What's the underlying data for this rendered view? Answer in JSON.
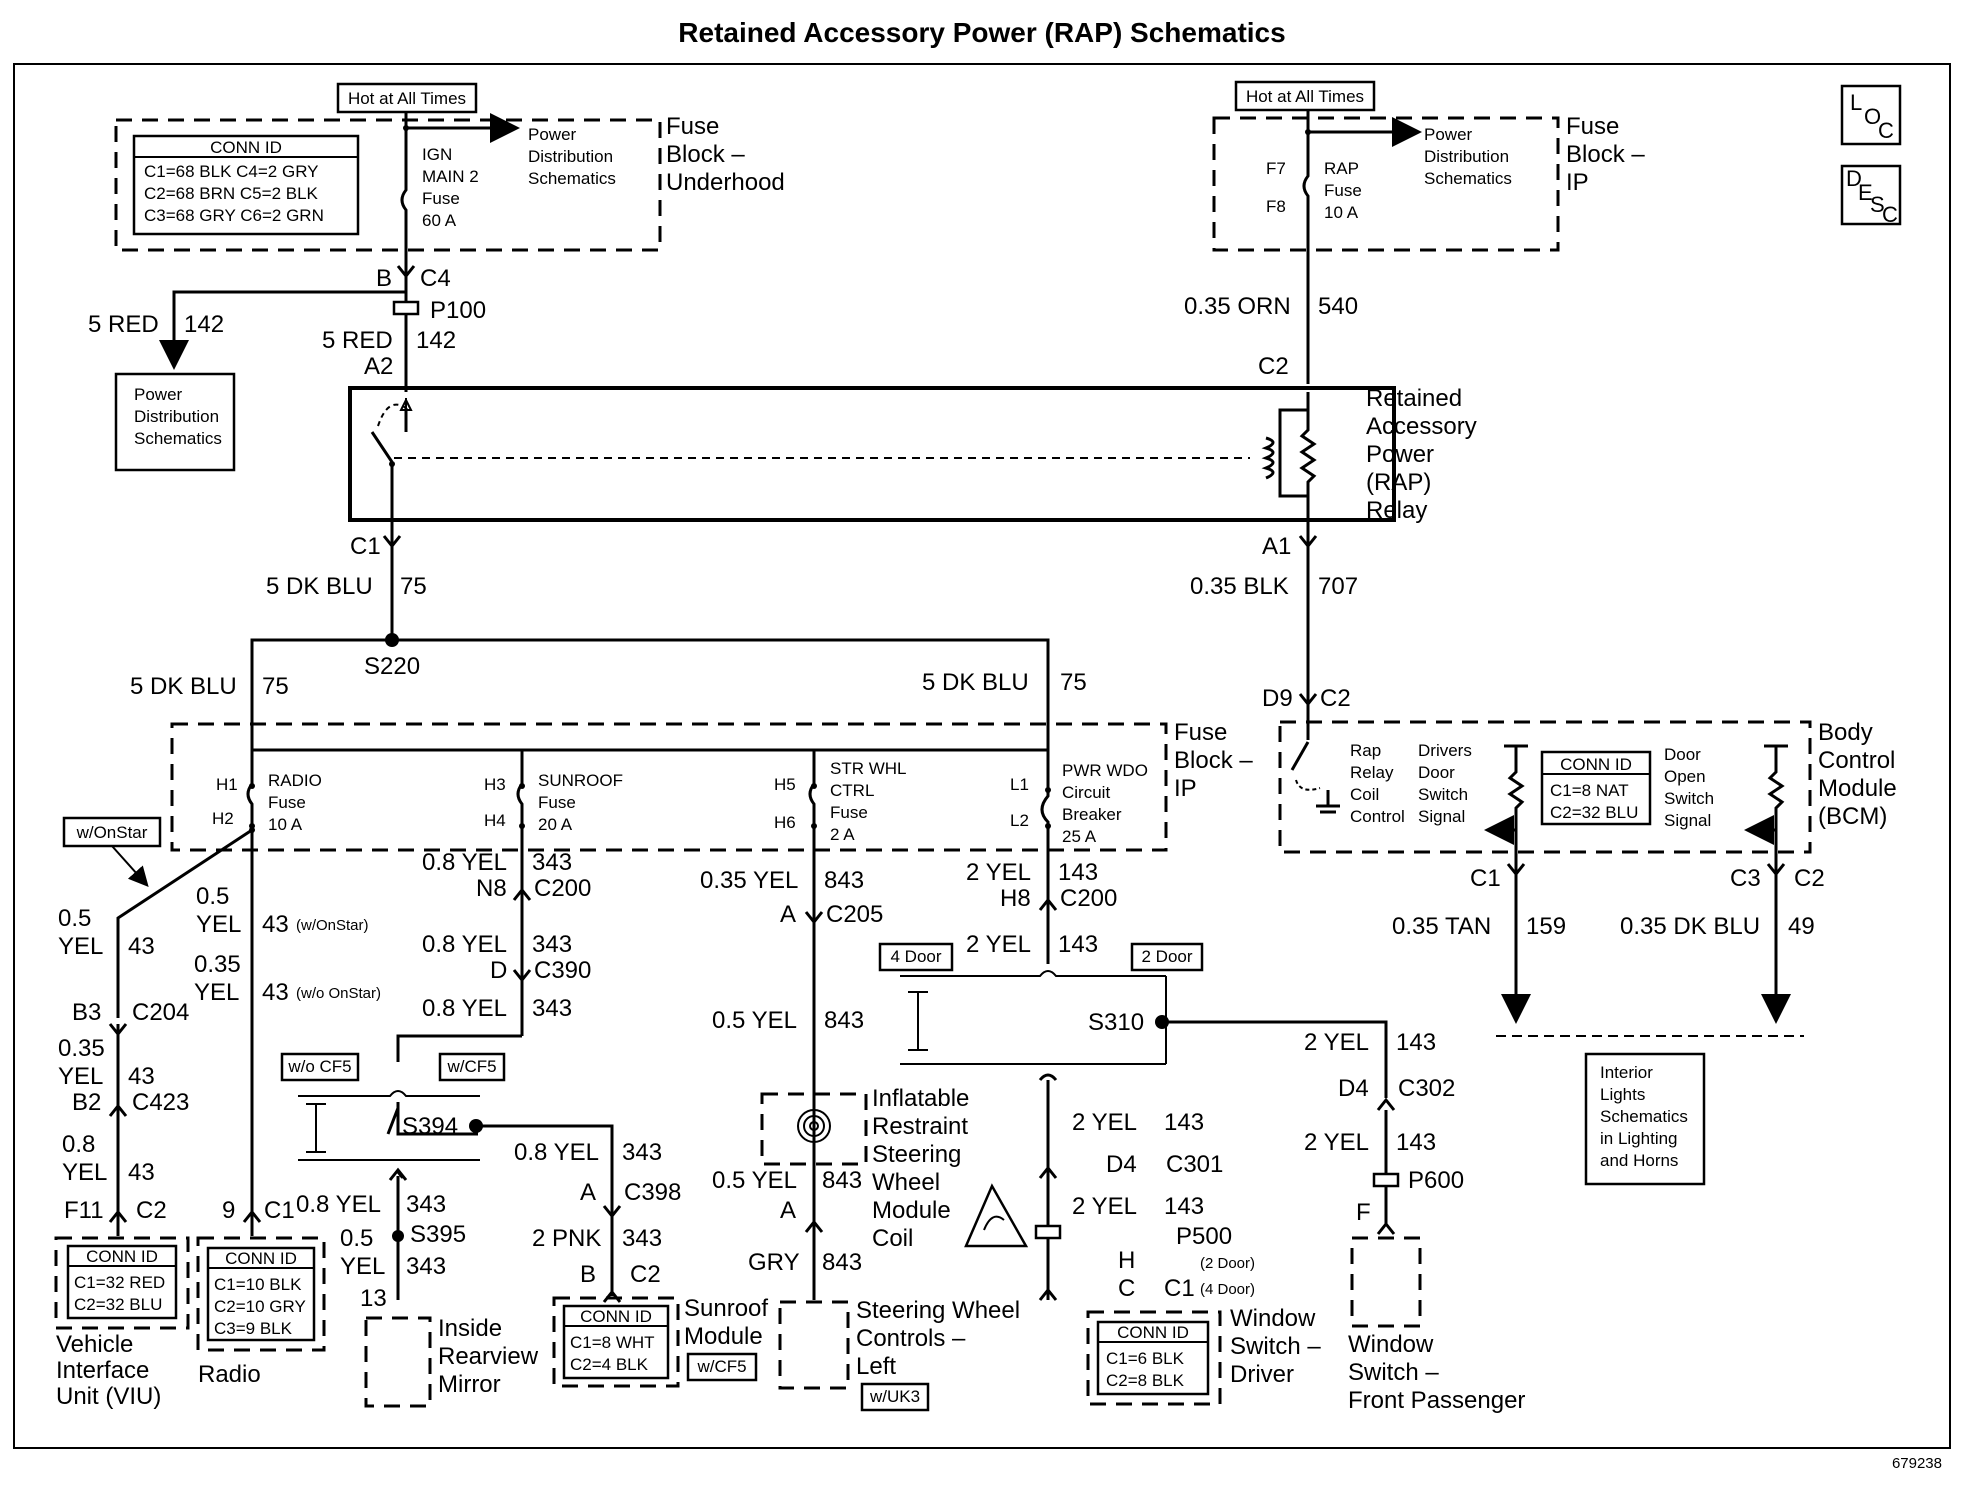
{
  "title": "Retained Accessory Power (RAP) Schematics",
  "figure_id": "679238",
  "loc_icon": "L O C",
  "desc_icon": "D E S C",
  "hot_at_all_times": "Hot at All Times",
  "fuse_block_underhood": {
    "label": [
      "Fuse",
      "Block –",
      "Underhood"
    ],
    "conn_id_title": "CONN ID",
    "conn_id_rows": [
      "C1=68 BLK   C4=2 GRY",
      "C2=68 BRN   C5=2 BLK",
      "C3=68 GRY   C6=2 GRN"
    ],
    "fuse": [
      "IGN",
      "MAIN 2",
      "Fuse",
      "60 A"
    ],
    "pds": [
      "Power",
      "Distribution",
      "Schematics"
    ]
  },
  "fuse_block_ip_top": {
    "label": [
      "Fuse",
      "Block –",
      "IP"
    ],
    "pins": [
      "F7",
      "F8"
    ],
    "fuse": [
      "RAP",
      "Fuse",
      "10 A"
    ],
    "pds": [
      "Power",
      "Distribution",
      "Schematics"
    ]
  },
  "left_feed": {
    "b": "B",
    "c4": "C4",
    "p100": "P100",
    "wire_a": "5 RED",
    "circuit_a": "142",
    "wire_b": "5 RED",
    "circuit_b": "142",
    "a2": "A2",
    "pds": [
      "Power",
      "Distribution",
      "Schematics"
    ]
  },
  "right_feed": {
    "wire": "0.35 ORN",
    "circuit": "540",
    "c2": "C2"
  },
  "rap_relay": {
    "label": [
      "Retained",
      "Accessory",
      "Power",
      "(RAP)",
      "Relay"
    ],
    "c1": "C1",
    "a1": "A1",
    "wire_left": "5 DK BLU",
    "circuit_left": "75",
    "wire_right": "0.35 BLK",
    "circuit_right": "707"
  },
  "splice_s220": {
    "label": "S220",
    "wire_l": "5 DK BLU",
    "circuit_l": "75",
    "wire_r": "5 DK BLU",
    "circuit_r": "75"
  },
  "fuse_block_ip": {
    "label": [
      "Fuse",
      "Block –",
      "IP"
    ],
    "radio": {
      "pins": [
        "H1",
        "H2"
      ],
      "text": [
        "RADIO",
        "Fuse",
        "10 A"
      ]
    },
    "sunroof": {
      "pins": [
        "H3",
        "H4"
      ],
      "text": [
        "SUNROOF",
        "Fuse",
        "20 A"
      ]
    },
    "strwhl": {
      "pins": [
        "H5",
        "H6"
      ],
      "text": [
        "STR WHL",
        "CTRL",
        "Fuse",
        "2 A"
      ]
    },
    "pwrwdo": {
      "pins": [
        "L1",
        "L2"
      ],
      "text": [
        "PWR WDO",
        "Circuit",
        "Breaker",
        "25 A"
      ]
    }
  },
  "bcm": {
    "label": [
      "Body",
      "Control",
      "Module",
      "(BCM)"
    ],
    "d9": "D9",
    "c2": "C2",
    "rap_text": [
      "Rap",
      "Relay",
      "Coil",
      "Control"
    ],
    "drv_text": [
      "Drivers",
      "Door",
      "Switch",
      "Signal"
    ],
    "door_text": [
      "Door",
      "Open",
      "Switch",
      "Signal"
    ],
    "conn_id_title": "CONN ID",
    "conn_id_rows": [
      "C1=8 NAT",
      "C2=32 BLU"
    ],
    "c1": "C1",
    "c3": "C3",
    "c2b": "C2",
    "wire_l": "0.35 TAN",
    "circuit_l": "159",
    "wire_r": "0.35 DK BLU",
    "circuit_r": "49",
    "interior": [
      "Interior",
      "Lights",
      "Schematics",
      "in Lighting",
      "and Horns"
    ]
  },
  "onstar_tag": "w/OnStar",
  "viu_branch": {
    "w1": "0.5",
    "w1b": "YEL",
    "c1": "43",
    "b3": "B3",
    "c204": "C204",
    "w2": "0.35",
    "w2b": "YEL",
    "c2": "43",
    "b2": "B2",
    "c423": "C423",
    "w3": "0.8",
    "w3b": "YEL",
    "c3": "43",
    "f11": "F11",
    "cc2": "C2",
    "conn_id_title": "CONN ID",
    "conn_id_rows": [
      "C1=32 RED",
      "C2=32 BLU"
    ],
    "label": [
      "Vehicle",
      "Interface",
      "Unit (VIU)"
    ]
  },
  "radio_branch": {
    "w1": "0.5",
    "w1b": "YEL",
    "c1": "43",
    "c1note": "(w/OnStar)",
    "w2": "0.35",
    "w2b": "YEL",
    "c2": "43",
    "c2note": "(w/o OnStar)",
    "pin": "9",
    "conn": "C1",
    "conn_id_title": "CONN ID",
    "conn_id_rows": [
      "C1=10 BLK",
      "C2=10 GRY",
      "C3=9 BLK"
    ],
    "label": "Radio"
  },
  "sunroof_branch": {
    "wire1": "0.8 YEL",
    "circuit1": "343",
    "n8": "N8",
    "c200": "C200",
    "wire2": "0.8 YEL",
    "circuit2": "343",
    "d": "D",
    "c390": "C390",
    "wire3": "0.8 YEL",
    "circuit3": "343",
    "wo_cf5": "w/o CF5",
    "w_cf5": "w/CF5",
    "s394": "S394",
    "wire4": "0.8 YEL",
    "circuit4": "343",
    "a": "A",
    "c398": "C398",
    "wire5": "2 PNK",
    "circuit5": "343",
    "b": "B",
    "c2": "C2",
    "conn_id_title": "CONN ID",
    "conn_id_rows": [
      "C1=8 WHT",
      "C2=4 BLK"
    ],
    "label": [
      "Sunroof",
      "Module"
    ],
    "tag": "w/CF5",
    "wire6": "0.8 YEL",
    "circuit6": "343",
    "s395": "S395",
    "w7a": "0.5",
    "w7b": "YEL",
    "circuit7": "343",
    "pin13": "13",
    "mirror": [
      "Inside",
      "Rearview",
      "Mirror"
    ]
  },
  "steering_branch": {
    "wire1": "0.35 YEL",
    "circuit1": "843",
    "a": "A",
    "c205": "C205",
    "wire2": "0.5 YEL",
    "circuit2": "843",
    "irs": [
      "Inflatable",
      "Restraint",
      "Steering",
      "Wheel",
      "Module",
      "Coil"
    ],
    "wire3": "0.5 YEL",
    "circuit3": "843",
    "a2": "A",
    "wire4": "GRY",
    "circuit4": "843",
    "label": [
      "Steering Wheel",
      "Controls –",
      "Left"
    ],
    "tag": "w/UK3"
  },
  "window_branch": {
    "wire1": "2 YEL",
    "circuit1": "143",
    "h8": "H8",
    "c200": "C200",
    "wire2": "2 YEL",
    "circuit2": "143",
    "door4": "4 Door",
    "door2": "2 Door",
    "s310": "S310",
    "wire3": "2 YEL",
    "circuit3": "143",
    "d4": "D4",
    "c301": "C301",
    "wire4": "2 YEL",
    "circuit4": "143",
    "p500": "P500",
    "p500n": "(2 Door)",
    "h": "H",
    "c": "C",
    "c1": "C1",
    "c1n": "(4 Door)",
    "conn_id_title": "CONN ID",
    "conn_id_rows": [
      "C1=6 BLK",
      "C2=8 BLK"
    ],
    "label_drv": [
      "Window",
      "Switch –",
      "Driver"
    ],
    "wire5": "2 YEL",
    "circuit5": "143",
    "d4b": "D4",
    "c302": "C302",
    "wire6": "2 YEL",
    "circuit6": "143",
    "p600": "P600",
    "f": "F",
    "label_pass": [
      "Window",
      "Switch –",
      "Front Passenger"
    ]
  }
}
